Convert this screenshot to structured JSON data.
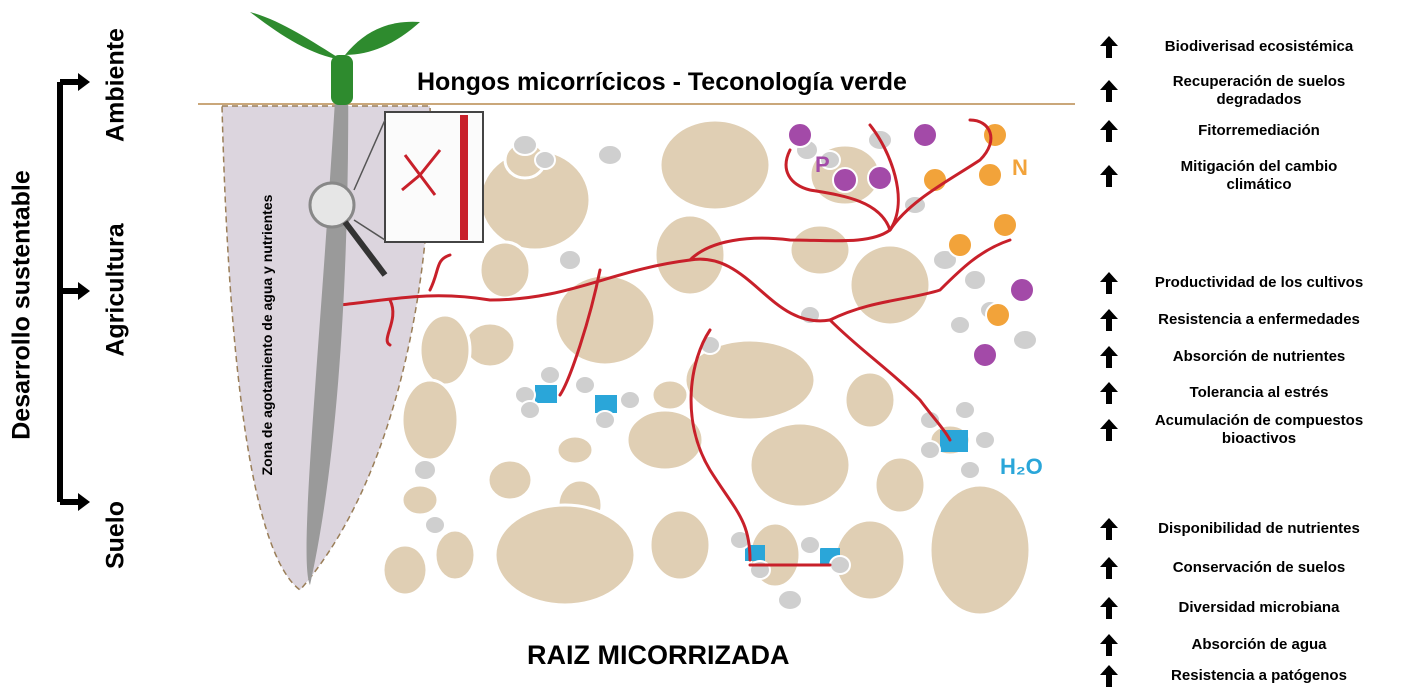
{
  "left_axis": {
    "label": "Desarrollo sustentable",
    "levels": [
      "Ambiente",
      "Agricultura",
      "Suelo"
    ]
  },
  "diagram": {
    "title": "Hongos micorrícicos - Teconología verde",
    "bottom_label": "RAIZ MICORRIZADA",
    "depletion_zone": "Zona de agotamiento de agua y nutrientes",
    "nutrient_p": "P",
    "nutrient_n": "N",
    "water": "H₂O"
  },
  "benefits": {
    "ambiente": [
      "Biodiverisad ecosistémica",
      "Recuperación de suelos degradados",
      "Fitorremediación",
      "Mitigación del cambio climático"
    ],
    "agricultura": [
      "Productividad de los cultivos",
      "Resistencia a enfermedades",
      "Absorción de nutrientes",
      "Tolerancia al estrés",
      "Acumulación de compuestos bioactivos"
    ],
    "suelo": [
      "Disponibilidad de nutrientes",
      "Conservación de suelos",
      "Diversidad microbiana",
      "Absorción de agua",
      "Resistencia a patógenos"
    ]
  },
  "colors": {
    "hyphae": "#c8202a",
    "soil_particle": "#e0cfb4",
    "phosphorus": "#a34aa8",
    "nitrogen": "#f2a33a",
    "water": "#2aa6d9",
    "leaf": "#2e8b2e"
  }
}
